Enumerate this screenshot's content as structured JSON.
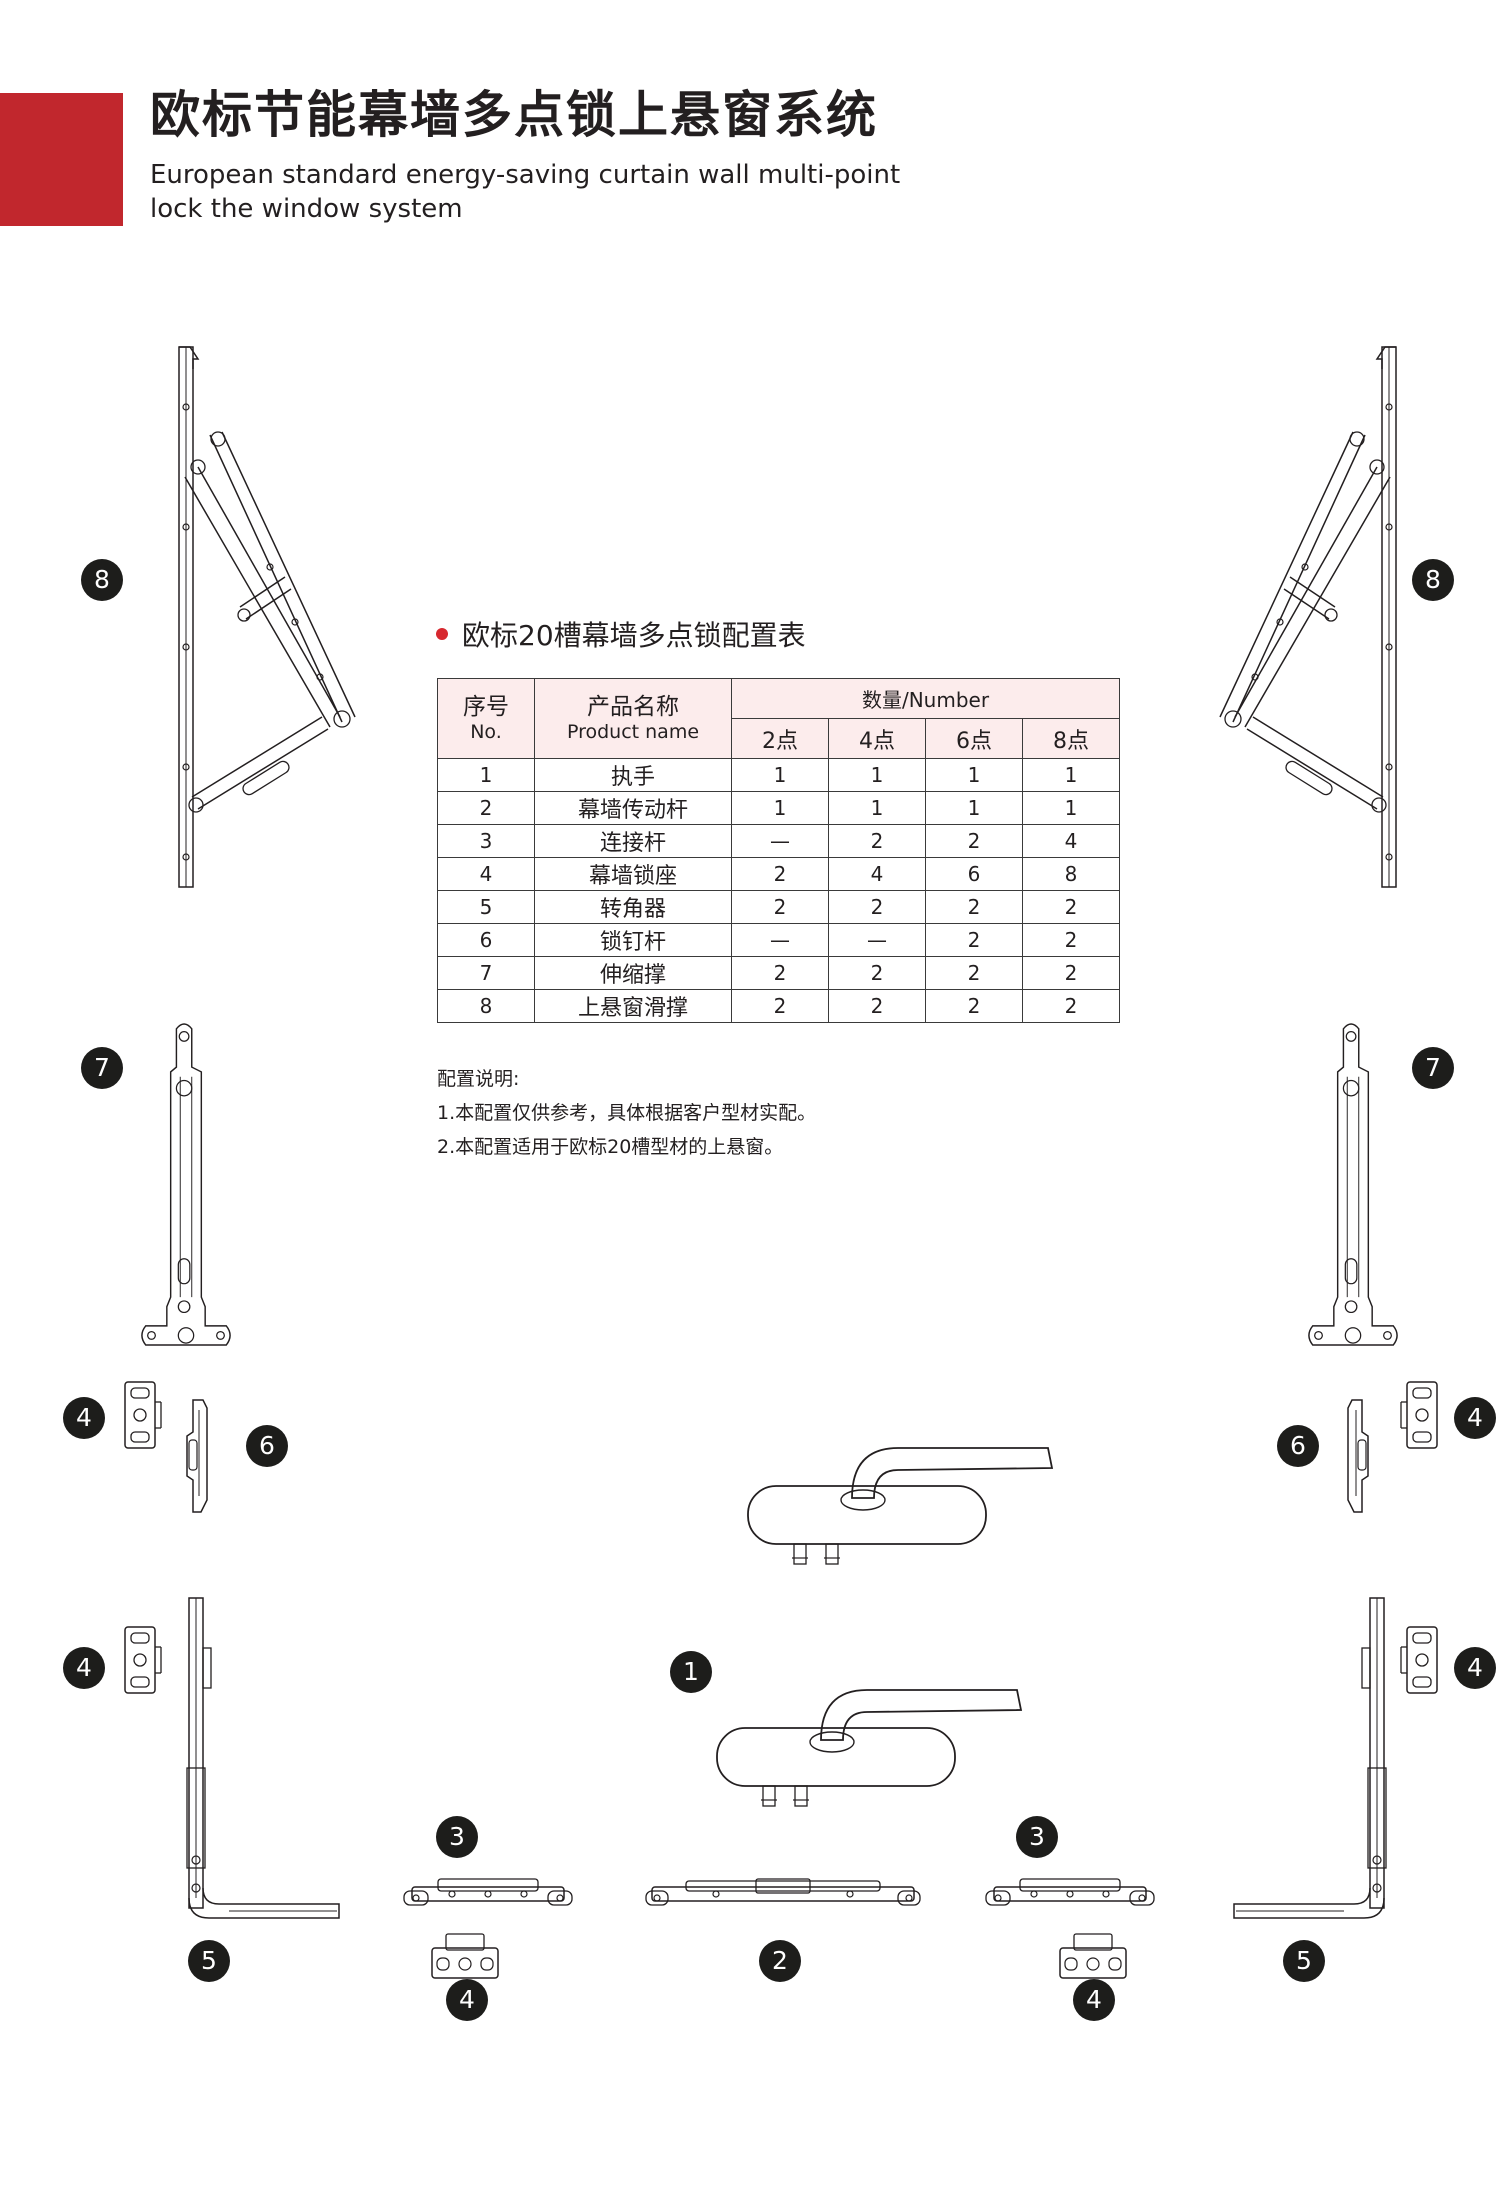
{
  "header": {
    "title_cn": "欧标节能幕墙多点锁上悬窗系统",
    "title_en": "European standard energy-saving curtain wall multi-point lock the window system",
    "accent_color": "#c1272d"
  },
  "config_section": {
    "title": "欧标20槽幕墙多点锁配置表",
    "bullet_color": "#d7282f"
  },
  "table": {
    "col_no_cn": "序号",
    "col_no_en": "No.",
    "col_name_cn": "产品名称",
    "col_name_en": "Product name",
    "col_qty": "数量/Number",
    "qty_cols": [
      "2点",
      "4点",
      "6点",
      "8点"
    ],
    "rows": [
      {
        "no": "1",
        "name": "执手",
        "q2": "1",
        "q4": "1",
        "q6": "1",
        "q8": "1"
      },
      {
        "no": "2",
        "name": "幕墙传动杆",
        "q2": "1",
        "q4": "1",
        "q6": "1",
        "q8": "1"
      },
      {
        "no": "3",
        "name": "连接杆",
        "q2": "—",
        "q4": "2",
        "q6": "2",
        "q8": "4"
      },
      {
        "no": "4",
        "name": "幕墙锁座",
        "q2": "2",
        "q4": "4",
        "q6": "6",
        "q8": "8"
      },
      {
        "no": "5",
        "name": "转角器",
        "q2": "2",
        "q4": "2",
        "q6": "2",
        "q8": "2"
      },
      {
        "no": "6",
        "name": "锁钉杆",
        "q2": "—",
        "q4": "—",
        "q6": "2",
        "q8": "2"
      },
      {
        "no": "7",
        "name": "伸缩撑",
        "q2": "2",
        "q4": "2",
        "q6": "2",
        "q8": "2"
      },
      {
        "no": "8",
        "name": "上悬窗滑撑",
        "q2": "2",
        "q4": "2",
        "q6": "2",
        "q8": "2"
      }
    ]
  },
  "notes": {
    "heading": "配置说明:",
    "items": [
      "1.本配置仅供参考，具体根据客户型材实配。",
      "2.本配置适用于欧标20槽型材的上悬窗。"
    ]
  },
  "badges": {
    "n1": "1",
    "n2": "2",
    "n3": "3",
    "n4": "4",
    "n5": "5",
    "n6": "6",
    "n7": "7",
    "n8": "8"
  },
  "icons": {
    "friction_stay": "friction-stay-icon",
    "telescopic_stay": "telescopic-stay-icon",
    "lock_keeper": "lock-keeper-icon",
    "lock_pin_bar": "lock-pin-bar-icon",
    "handle": "window-handle-icon",
    "corner_drive": "corner-drive-icon",
    "connecting_rod": "connecting-rod-icon",
    "drive_rod": "drive-rod-icon"
  }
}
